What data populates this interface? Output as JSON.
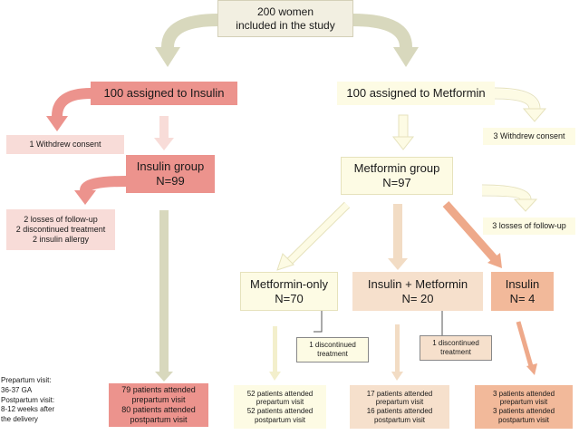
{
  "total": {
    "line1": "200 women",
    "line2": "included in the study"
  },
  "insulin_arm": {
    "assigned": "100 assigned to Insulin",
    "withdrew": "1 Withdrew consent",
    "group_name": "Insulin group",
    "group_n": "N=99",
    "losses": [
      "2 losses of follow-up",
      "2 discontinued treatment",
      "2 insulin allergy"
    ],
    "visits": [
      "79 patients attended",
      "prepartum visit",
      "80 patients attended",
      "postpartum visit"
    ]
  },
  "metformin_arm": {
    "assigned": "100 assigned to Metformin",
    "withdrew": "3 Withdrew consent",
    "group_name": "Metformin group",
    "group_n": "N=97",
    "losses": "3 losses of follow-up",
    "subgroups": [
      {
        "name": "Metformin-only",
        "n": "N=70",
        "discontinued": [
          "1 discontinued",
          "treatment"
        ],
        "visits": [
          "52 patients attended",
          "prepartum visit",
          "52 patients attended",
          "postpartum visit"
        ]
      },
      {
        "name": "Insulin + Metformin",
        "n": "N= 20",
        "discontinued": [
          "1 discontinued",
          "treatment"
        ],
        "visits": [
          "17 patients attended",
          "prepartum visit",
          "16 patients attended",
          "postpartum visit"
        ]
      },
      {
        "name": "Insulin",
        "n": "N= 4",
        "visits": [
          "3 patients attended",
          "prepartum visit",
          "3 patients attended",
          "postpartum visit"
        ]
      }
    ]
  },
  "legend": [
    "Prepartum visit:",
    "36-37 GA",
    "Postpartum visit:",
    "8-12 weeks after",
    "the delivery"
  ],
  "colors": {
    "insulin": "#ec938d",
    "insulin_light": "#f8dcd8",
    "metformin": "#fdfbe4",
    "combination": "#f6e0cc",
    "insulin_only": "#f2b99a",
    "top": "#f2efe1",
    "arrow_grey": "#d8d8bd"
  }
}
